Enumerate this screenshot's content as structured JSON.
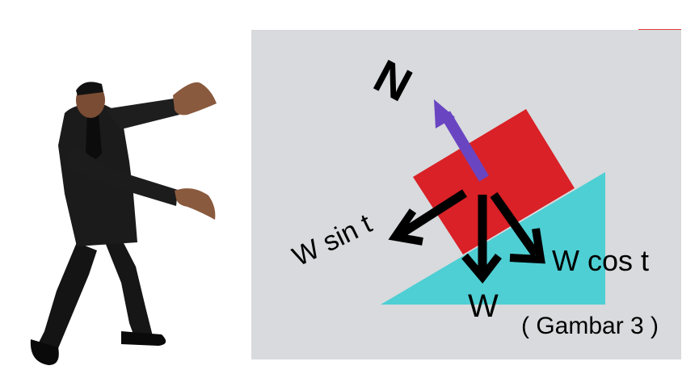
{
  "diagram": {
    "labels": {
      "normal": "N",
      "weight": "W",
      "weight_sin": "W sin t",
      "weight_cos": "W cos t",
      "caption": "( Gambar 3 )"
    },
    "colors": {
      "panel_background": "#d8dadd",
      "block": "#d92127",
      "incline": "#4ecfd4",
      "normal_arrow": "#6a45c2",
      "force_arrows": "#000000",
      "top_bar": "#e23a3a"
    }
  },
  "meme": {
    "subject": "man-in-black-suit-gesturing-pose"
  }
}
